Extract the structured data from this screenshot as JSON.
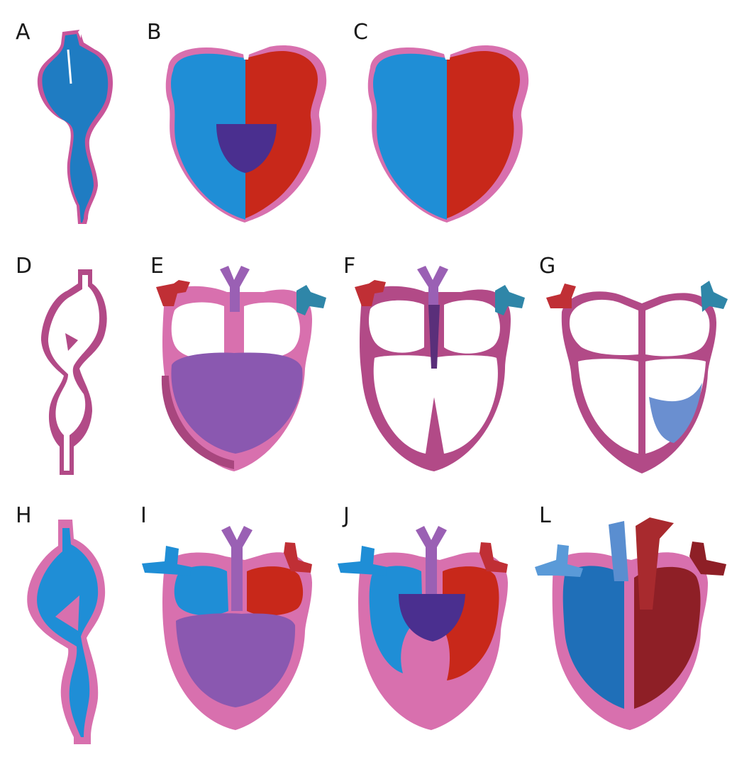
{
  "panels": [
    {
      "id": "A",
      "label": "A"
    },
    {
      "id": "B",
      "label": "B"
    },
    {
      "id": "C",
      "label": "C"
    },
    {
      "id": "D",
      "label": "D"
    },
    {
      "id": "E",
      "label": "E"
    },
    {
      "id": "F",
      "label": "F"
    },
    {
      "id": "G",
      "label": "G"
    },
    {
      "id": "H",
      "label": "H"
    },
    {
      "id": "I",
      "label": "I"
    },
    {
      "id": "J",
      "label": "J"
    },
    {
      "id": "L",
      "label": "L"
    }
  ],
  "colors": {
    "wall_pink": "#d870ae",
    "wall_dark": "#a8467e",
    "wall_magenta": "#b24a87",
    "blue": "#1f8ed6",
    "blue_dark": "#1f6fb8",
    "red": "#c8281a",
    "red_dark": "#8e1f26",
    "purple": "#8a58b0",
    "violet": "#4a2f8f",
    "teal": "#2f86a8",
    "white": "#ffffff"
  }
}
